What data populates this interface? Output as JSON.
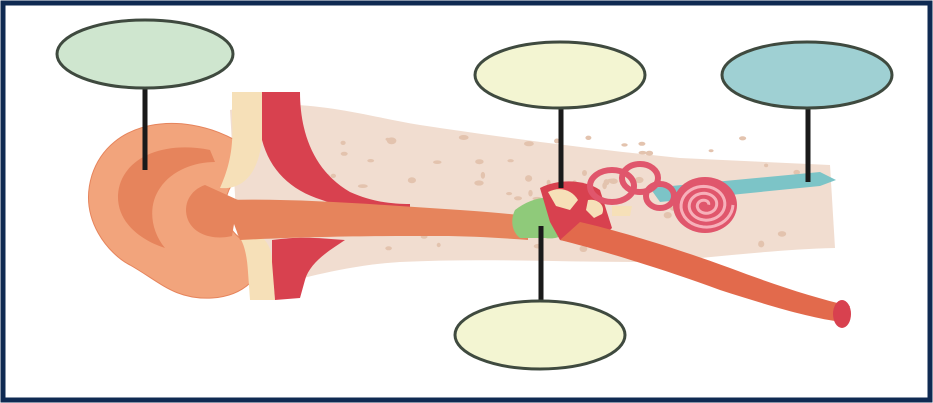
{
  "diagram": {
    "colors": {
      "border": "#0f2a52",
      "label_outer_ear": "#cfe6cf",
      "label_middle_ear": "#f3f5d2",
      "label_inner_ear": "#9fd0d3",
      "label_eardrum": "#f3f5d2",
      "label_stroke": "#3f4a3f",
      "leader_line": "#1a1a1a",
      "skin": "#f2a47c",
      "skin_shade": "#e6845c",
      "cartilage": "#f6e0b8",
      "canal_wall": "#d8414f",
      "bone": "#f1ddd0",
      "bone_speckle": "#e3c3ae",
      "eardrum": "#8fca7a",
      "cochlea": "#e0566c",
      "nerve": "#7cc4c7",
      "tube": "#e26a4c"
    },
    "labels": [
      {
        "part": "outer-ear",
        "text": ""
      },
      {
        "part": "middle-ear",
        "text": ""
      },
      {
        "part": "inner-ear",
        "text": ""
      },
      {
        "part": "eardrum",
        "text": ""
      }
    ]
  }
}
